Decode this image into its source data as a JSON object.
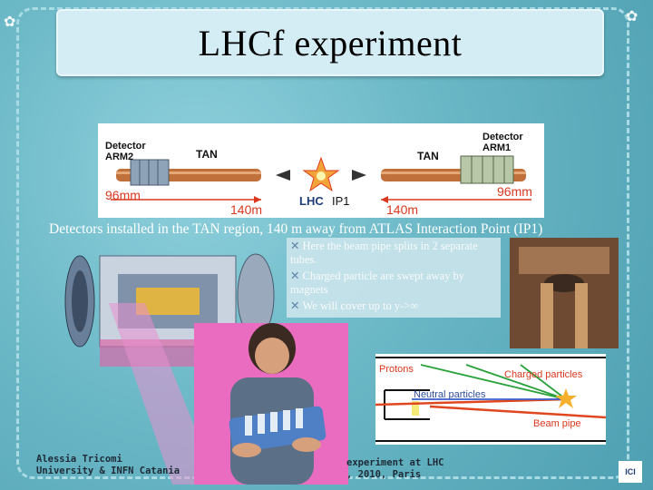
{
  "slide": {
    "title": "LHCf  experiment",
    "caption": "Detectors installed in the TAN region, 140 m away from ATLAS Interaction Point (IP1)"
  },
  "top_diagram": {
    "detector_left": [
      "Detector",
      "ARM2"
    ],
    "detector_right": [
      "Detector",
      "ARM1"
    ],
    "tan_left": "TAN",
    "tan_right": "TAN",
    "dist_left_mm": "96mm",
    "dist_right_mm": "96mm",
    "dist_left_m": "140m",
    "dist_right_m": "140m",
    "lhc_label": "LHC",
    "ip_label": "IP1"
  },
  "bullets": [
    "Here the beam pipe splits in 2 separate tubes.",
    "Charged particle are swept away by magnets",
    "We will cover up to y->∞"
  ],
  "lower_diagram": {
    "protons": "Protons",
    "charged": "Charged particles",
    "neutral": "Neutral particles",
    "beam_pipe": "Beam pipe"
  },
  "footer": {
    "author_line1": "Alessia Tricomi",
    "author_line2": "University & INFN Catania",
    "event_line1": "experiment at LHC",
    "event_line2": ", 2010, Paris",
    "logo_text": "ICI"
  },
  "colors": {
    "background": "#6cb8c8",
    "title_bg": "#d4edf4",
    "person_bg": "#ea6cc0",
    "dim_red": "#d9381e",
    "bullet_marker": "#5e7ea5"
  }
}
